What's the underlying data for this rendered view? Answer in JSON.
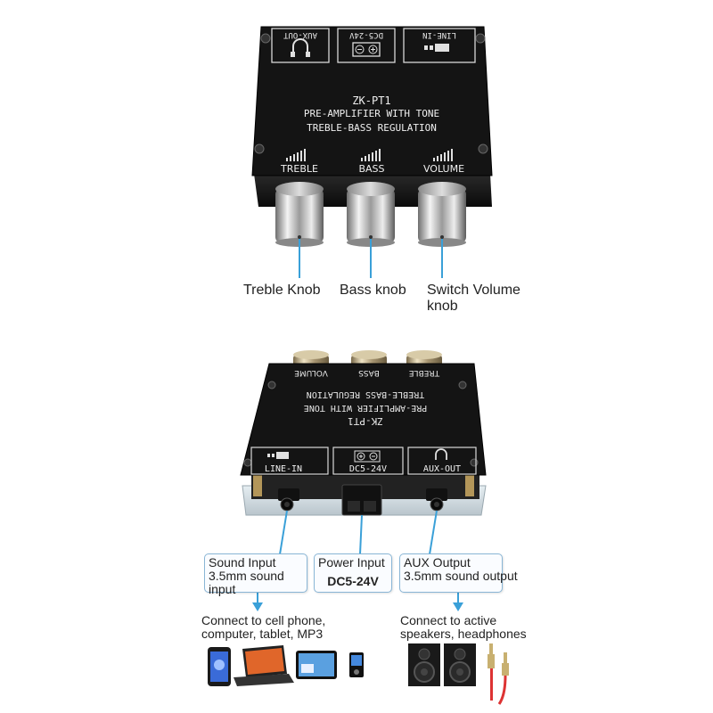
{
  "top_board": {
    "aux_out": "AUX-OUT",
    "dc": "DC5-24V",
    "line_in": "LINE-IN",
    "model": "ZK-PT1",
    "line1": "PRE-AMPLIFIER WITH TONE",
    "line2": "TREBLE-BASS  REGULATION",
    "treble": "TREBLE",
    "bass": "BASS",
    "volume": "VOLUME"
  },
  "labels": {
    "treble_knob": "Treble Knob",
    "bass_knob": "Bass knob",
    "volume_knob_1": "Switch Volume",
    "volume_knob_2": "knob"
  },
  "bottom_board": {
    "line_in": "LINE-IN",
    "dc": "DC5-24V",
    "aux_out": "AUX-OUT",
    "model": "ZK-PT1",
    "line1": "PRE-AMPLIFIER WITH TONE",
    "line2": "TREBLE-BASS  REGULATION",
    "volume": "VOLUME",
    "bass": "BASS",
    "treble": "TREBLE"
  },
  "callouts": {
    "sound_input_1": "Sound Input",
    "sound_input_2": "3.5mm sound",
    "sound_input_3": "input",
    "power_input": "Power Input",
    "power_voltage": "DC5-24V",
    "aux_output": "AUX Output",
    "aux_output_sub": "3.5mm sound output"
  },
  "connect": {
    "left_1": "Connect to cell phone,",
    "left_2": "computer, tablet, MP3",
    "right_1": "Connect to active",
    "right_2": "speakers, headphones"
  },
  "colors": {
    "accent": "#3aa0d8",
    "board": "#151515",
    "silver": "#c8c8c8"
  }
}
